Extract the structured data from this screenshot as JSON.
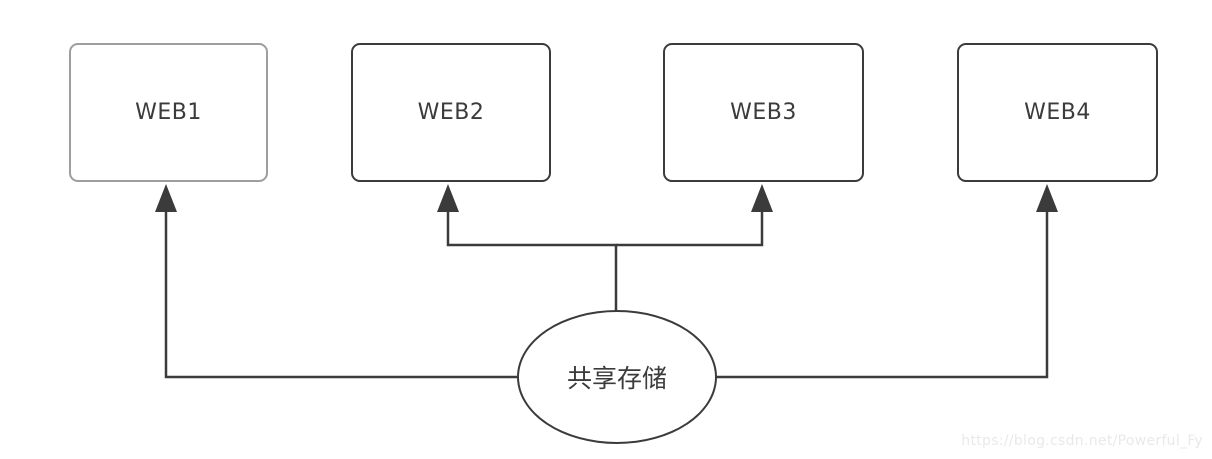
{
  "diagram": {
    "title": "shared-storage web servers topology",
    "nodes": [
      {
        "id": "web1",
        "label": "WEB1",
        "shape": "rounded-rect",
        "border": "light"
      },
      {
        "id": "web2",
        "label": "WEB2",
        "shape": "rounded-rect",
        "border": "dark"
      },
      {
        "id": "web3",
        "label": "WEB3",
        "shape": "rounded-rect",
        "border": "dark"
      },
      {
        "id": "web4",
        "label": "WEB4",
        "shape": "rounded-rect",
        "border": "dark"
      },
      {
        "id": "storage",
        "label": "共享存储",
        "shape": "ellipse",
        "border": "dark"
      }
    ],
    "edges": [
      {
        "from": "storage",
        "to": "web1",
        "style": "orthogonal",
        "arrowhead": "filled-triangle"
      },
      {
        "from": "storage",
        "to": "web2",
        "style": "orthogonal",
        "arrowhead": "filled-triangle"
      },
      {
        "from": "storage",
        "to": "web3",
        "style": "orthogonal",
        "arrowhead": "filled-triangle"
      },
      {
        "from": "storage",
        "to": "web4",
        "style": "orthogonal",
        "arrowhead": "filled-triangle"
      }
    ]
  },
  "watermark": {
    "text": "https://blog.csdn.net/Powerful_Fy"
  },
  "colors": {
    "background": "#ffffff",
    "line": "#3b3b3b",
    "box_border_dark": "#3b3b3b",
    "box_border_light": "#9e9e9e",
    "text": "#3b3b3b",
    "watermark": "#e9e9eb"
  }
}
